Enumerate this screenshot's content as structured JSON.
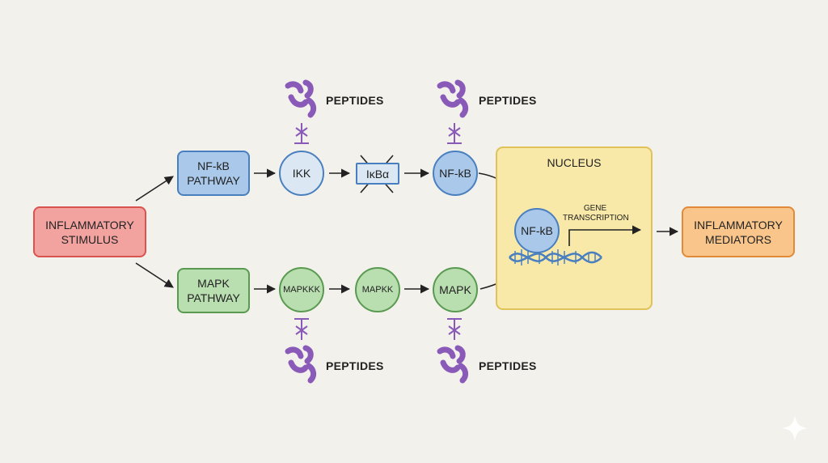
{
  "nodes": {
    "stimulus": "INFLAMMATORY\nSTIMULUS",
    "nfkb_pathway": "NF-kB\nPATHWAY",
    "mapk_pathway": "MAPK\nPATHWAY",
    "ikk": "IKK",
    "ikba": "IκBα",
    "nfkb": "NF-kB",
    "mapkkk": "MAPKKK",
    "mapkk": "MAPKK",
    "mapk": "MAPK",
    "nucleus": "NUCLEUS",
    "nucleus_nfkb": "NF-kB",
    "gene_transcription": "GENE\nTRANSCRIPTION",
    "mediators": "INFLAMMATORY\nMEDIATORS"
  },
  "peptides": {
    "top_left": "PEPTIDES",
    "top_right": "PEPTIDES",
    "bottom_left": "PEPTIDES",
    "bottom_right": "PEPTIDES"
  },
  "colors": {
    "background": "#f2f1ec",
    "stimulus_fill": "#f2a3a0",
    "stimulus_border": "#d9534f",
    "nfkb_fill": "#a9c8ea",
    "nfkb_border": "#4a7fbf",
    "mapk_fill": "#b9deb0",
    "mapk_border": "#5a9a50",
    "nucleus_fill": "#f8e9a8",
    "mediators_fill": "#f9c58a",
    "mediators_border": "#e08a3a",
    "peptide": "#8a5ab8",
    "inhibitor": "#8a5ab8",
    "arrow": "#222222"
  }
}
